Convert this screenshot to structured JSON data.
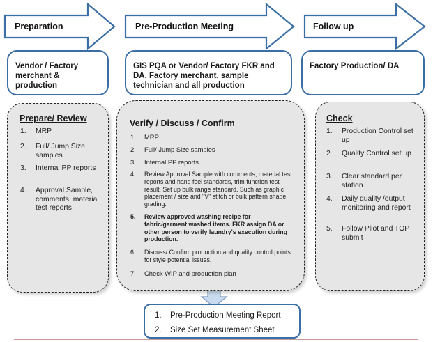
{
  "stages": [
    {
      "label": "Preparation"
    },
    {
      "label": "Pre-Production Meeting"
    },
    {
      "label": "Follow up"
    }
  ],
  "roles": [
    {
      "text": "Vendor / Factory merchant & production"
    },
    {
      "text": "GIS PQA or Vendor/ Factory FKR and DA, Factory merchant, sample technician and all production"
    },
    {
      "text": "Factory Production/ DA"
    }
  ],
  "panels": {
    "prepare": {
      "title": "Prepare/ Review",
      "items": [
        {
          "num": "1.",
          "text": "MRP"
        },
        {
          "num": "2.",
          "text": "Full/ Jump Size samples"
        },
        {
          "num": "3.",
          "text": "Internal PP reports"
        },
        {
          "num": "4.",
          "text": "Approval Sample, comments, material test reports."
        }
      ]
    },
    "verify": {
      "title": "Verify / Discuss / Confirm",
      "items": [
        {
          "num": "1.",
          "text": "MRP"
        },
        {
          "num": "2.",
          "text": "Full/ Jump Size samples"
        },
        {
          "num": "3.",
          "text": "Internal PP reports"
        },
        {
          "num": "4.",
          "text": "Review Approval Sample with comments, material test reports and hand feel standards, trim function test result. Set up bulk range standard. Such as graphic placement / size and \"V\" stitch or bulk pattern shape grading."
        },
        {
          "num": "5.",
          "text": "Review approved washing recipe for fabric/garment washed items. FKR assign DA or other person to verify laundry's execution during production."
        },
        {
          "num": "6.",
          "text": "Discuss/ Confirm production and quality control points for style potential issues."
        },
        {
          "num": "7.",
          "text": "Check WIP and production plan"
        }
      ]
    },
    "check": {
      "title": "Check",
      "items": [
        {
          "num": "1.",
          "text": "Production Control set up"
        },
        {
          "num": "2.",
          "text": "Quality Control set up"
        },
        {
          "num": "3.",
          "text": "Clear standard per station"
        },
        {
          "num": "4.",
          "text": "Daily quality /output monitoring and report"
        },
        {
          "num": "5.",
          "text": "Follow Pilot and TOP submit"
        }
      ]
    }
  },
  "reports": [
    {
      "num": "1.",
      "text": "Pre-Production Meeting Report"
    },
    {
      "num": "2.",
      "text": "Size Set Measurement Sheet"
    }
  ],
  "colors": {
    "arrow_border": "#3a6ea5",
    "role_border": "#3a6ea5",
    "panel_fill": "#e6e6e6",
    "down_arrow_fill": "#c9dcef"
  }
}
